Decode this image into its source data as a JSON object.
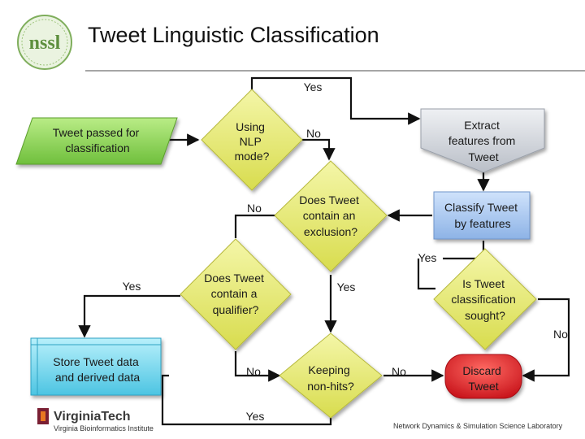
{
  "title": "Tweet Linguistic Classification",
  "logo_text": "nssl",
  "nodes": {
    "start": [
      "Tweet passed for",
      "classification"
    ],
    "nlp_mode": [
      "Using",
      "NLP",
      "mode?"
    ],
    "extract": [
      "Extract",
      "features from",
      "Tweet"
    ],
    "exclusion": [
      "Does Tweet",
      "contain an",
      "exclusion?"
    ],
    "classify": [
      "Classify Tweet",
      "by features"
    ],
    "qualifier": [
      "Does Tweet",
      "contain a",
      "qualifier?"
    ],
    "sought": [
      "Is Tweet",
      "classification",
      "sought?"
    ],
    "store": [
      "Store Tweet data",
      "and derived data"
    ],
    "keeping": [
      "Keeping",
      "non-hits?"
    ],
    "discard": [
      "Discard",
      "Tweet"
    ]
  },
  "edge_labels": {
    "nlp_yes": "Yes",
    "nlp_no": "No",
    "excl_no": "No",
    "classify_yes": "Yes",
    "qual_yes": "Yes",
    "excl_yes": "Yes",
    "sought_no": "No",
    "qual_no": "No",
    "keep_no": "No",
    "qual_yes_bottom": "Yes"
  },
  "footer": {
    "left_org": "VirginiaTech",
    "left_sub": "Virginia Bioinformatics Institute",
    "right_lab": "Network Dynamics & Simulation Science Laboratory"
  },
  "colors": {
    "start_fill": "#8fd35a",
    "diamond_fill": "#e8eb78",
    "extract_fill": "#d4d8df",
    "classify_fill": "#a9c8ee",
    "store_fill": "#7fd8ec",
    "discard_fill": "#e81e24",
    "vt_maroon": "#7a1f33"
  }
}
